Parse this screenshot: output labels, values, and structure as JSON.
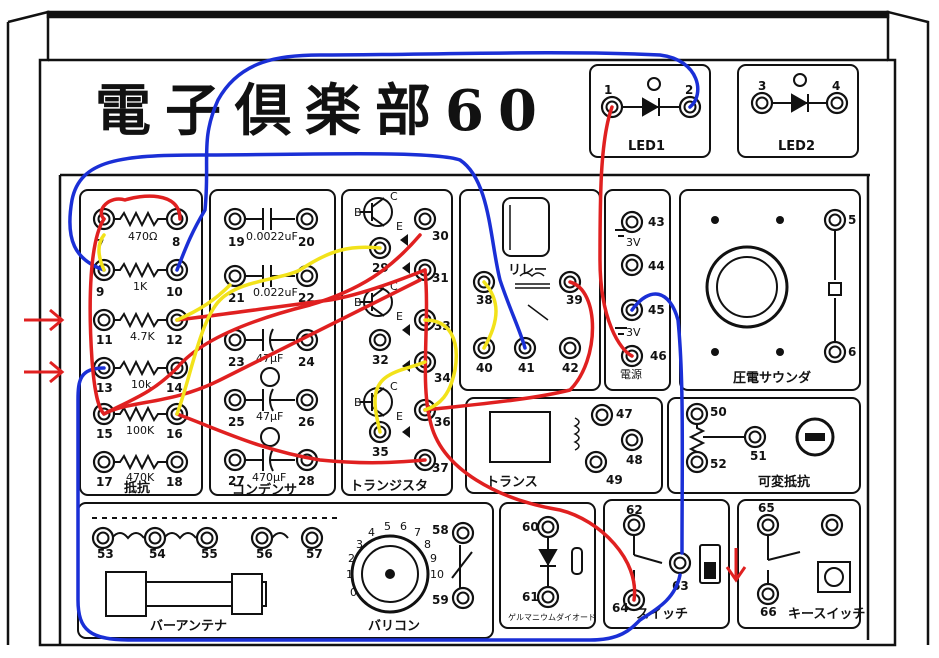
{
  "title": "電子倶楽部60",
  "panels": {
    "led1": {
      "label": "LED1",
      "terms": [
        "1",
        "2"
      ]
    },
    "led2": {
      "label": "LED2",
      "terms": [
        "3",
        "4"
      ]
    },
    "resistors": {
      "label": "抵抗",
      "values": [
        "470Ω",
        "1K",
        "4.7K",
        "10k",
        "100K",
        "470K"
      ],
      "terms": [
        "7",
        "8",
        "9",
        "10",
        "11",
        "12",
        "13",
        "14",
        "15",
        "16",
        "17",
        "18"
      ]
    },
    "capacitors": {
      "label": "コンデンサ",
      "values": [
        "0.0022uF",
        "0.022uF",
        "47μF",
        "47μF",
        "470μF"
      ],
      "terms": [
        "19",
        "20",
        "21",
        "22",
        "23",
        "24",
        "25",
        "26",
        "27",
        "28"
      ]
    },
    "transistors": {
      "label": "トランジスタ",
      "terms": [
        "29",
        "30",
        "31",
        "32",
        "33",
        "34",
        "35",
        "36",
        "37"
      ],
      "pins": [
        "B",
        "C",
        "E",
        "B",
        "C",
        "E",
        "B",
        "C",
        "E"
      ]
    },
    "relay": {
      "label": "リレー",
      "terms": [
        "38",
        "39",
        "40",
        "41",
        "42"
      ]
    },
    "battery": {
      "terms": [
        "43",
        "44",
        "45",
        "46"
      ],
      "labels": [
        "3V",
        "3V",
        "電源"
      ]
    },
    "sounder": {
      "label": "圧電サウンダ",
      "terms": [
        "5",
        "6"
      ]
    },
    "transformer": {
      "label": "トランス",
      "terms": [
        "47",
        "48",
        "49"
      ]
    },
    "variable_resistor": {
      "label": "可変抵抗",
      "terms": [
        "50",
        "51",
        "52"
      ]
    },
    "bar_antenna": {
      "label": "バーアンテナ",
      "terms": [
        "53",
        "54",
        "55",
        "56",
        "57"
      ]
    },
    "variable_capacitor": {
      "label": "バリコン",
      "dial": [
        "0",
        "1",
        "2",
        "3",
        "4",
        "5",
        "6",
        "7",
        "8",
        "9",
        "10"
      ],
      "terms": [
        "58",
        "59"
      ]
    },
    "germanium_diode": {
      "label": "ゲルマニウムダイオード",
      "terms": [
        "60",
        "61"
      ]
    },
    "switch": {
      "label": "スイッチ",
      "terms": [
        "62",
        "63",
        "64"
      ]
    },
    "key_switch": {
      "label": "キースイッチ",
      "terms": [
        "65",
        "66"
      ]
    }
  },
  "colors": {
    "wire_red": "#e02020",
    "wire_blue": "#1a2fd6",
    "wire_yellow": "#f2e21a",
    "panel": "#ffffff",
    "line": "#111111"
  }
}
